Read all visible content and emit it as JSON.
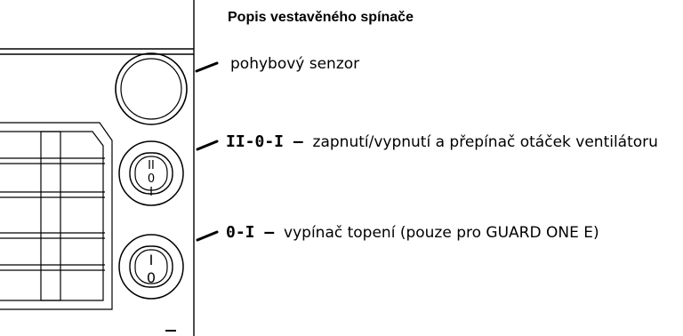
{
  "title": "Popis vestavěného spínače",
  "callouts": [
    {
      "code": "",
      "text": "pohybový senzor"
    },
    {
      "code": "II-0-I",
      "dash": " – ",
      "text": "zapnutí/vypnutí a přepínač otáček ventilátoru"
    },
    {
      "code": "0-I",
      "dash": " – ",
      "text": "vypínač topení (pouze pro GUARD ONE E)"
    }
  ],
  "switch_fan_markings": {
    "top": "II",
    "middle": "0",
    "bottom": "I"
  },
  "switch_heat_markings": {
    "top": "I",
    "bottom": "0"
  }
}
